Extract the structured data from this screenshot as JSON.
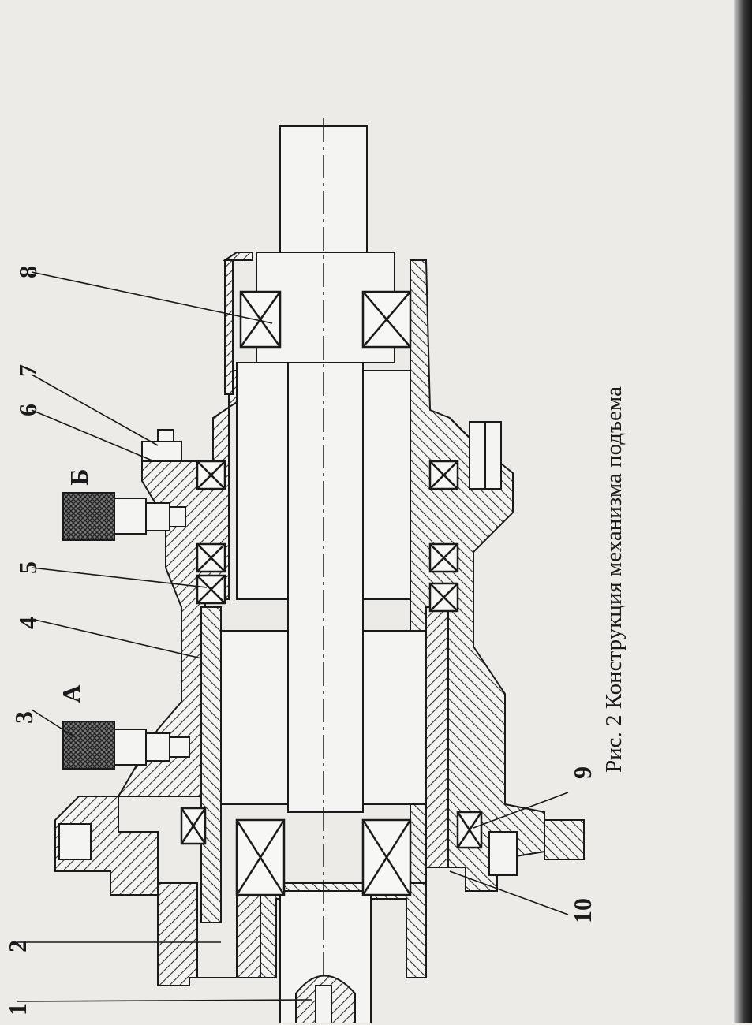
{
  "figure": {
    "caption": "Рис. 2 Конструкция механизма подъема",
    "callouts": {
      "c1": "1",
      "c2": "2",
      "c3": "3",
      "cA": "А",
      "c4": "4",
      "c5": "5",
      "cB": "Б",
      "c6": "6",
      "c7": "7",
      "c8": "8",
      "c9": "9",
      "c10": "10"
    }
  },
  "colors": {
    "ink": "#1a1a1a",
    "paper": "#ecebe8",
    "hatch": "#333333"
  }
}
